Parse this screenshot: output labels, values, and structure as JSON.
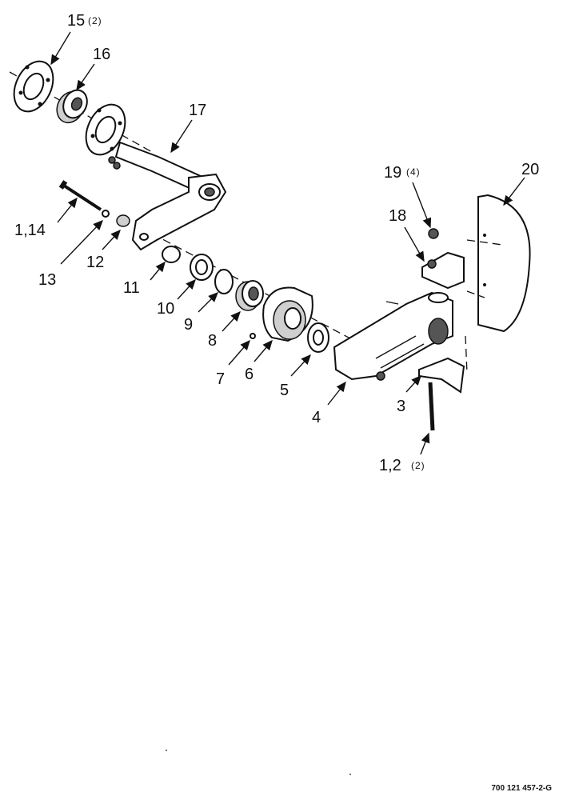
{
  "callouts": {
    "c1": {
      "num": "15",
      "qty": "(2)"
    },
    "c2": {
      "num": "16"
    },
    "c3": {
      "num": "17"
    },
    "c4": {
      "num": "1,14"
    },
    "c5": {
      "num": "13"
    },
    "c6": {
      "num": "12"
    },
    "c7": {
      "num": "11"
    },
    "c8": {
      "num": "10"
    },
    "c9": {
      "num": "9"
    },
    "c10": {
      "num": "8"
    },
    "c11": {
      "num": "7"
    },
    "c12": {
      "num": "6"
    },
    "c13": {
      "num": "5"
    },
    "c14": {
      "num": "4"
    },
    "c15": {
      "num": "3"
    },
    "c16": {
      "num": "1,2",
      "qty": "(2)"
    },
    "c17": {
      "num": "19",
      "qty": "(4)"
    },
    "c18": {
      "num": "18"
    },
    "c19": {
      "num": "20"
    }
  },
  "drawing_number": "700 121 457-2-G"
}
